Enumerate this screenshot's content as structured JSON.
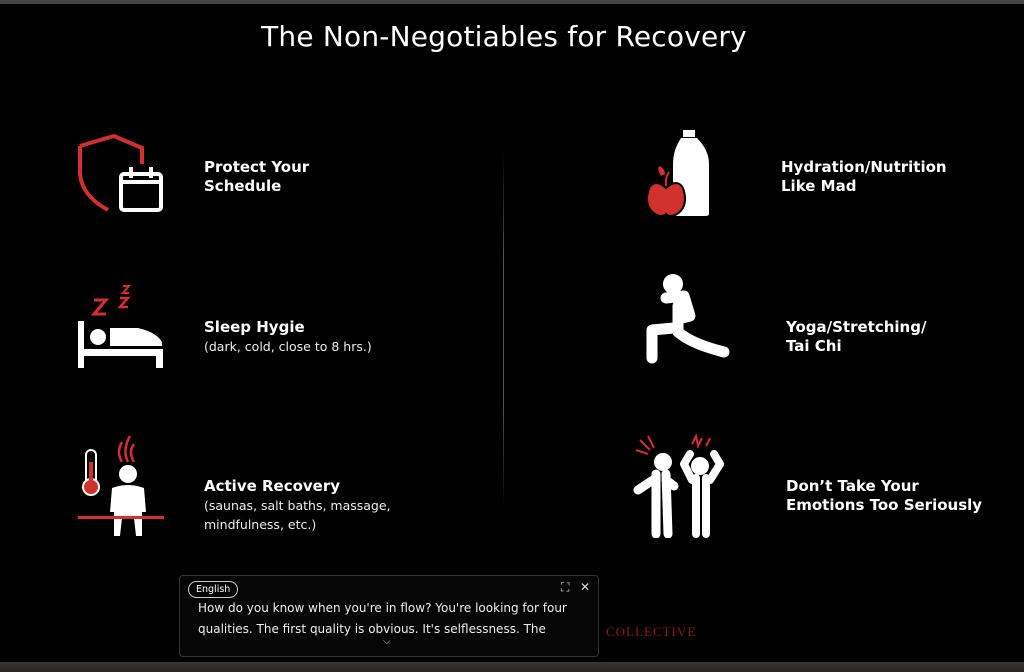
{
  "title": "The Non-Negotiables for Recovery",
  "items": [
    {
      "heading": "Protect Your Schedule",
      "heading_lines": [
        "Protect Your",
        "Schedule"
      ],
      "sub": "",
      "icon": "shield-calendar-icon"
    },
    {
      "heading": "Sleep Hygie",
      "heading_lines": [
        "Sleep Hygie"
      ],
      "sub": "(dark, cold, close to 8 hrs.)",
      "icon": "sleeping-bed-icon"
    },
    {
      "heading": "Active Recovery",
      "heading_lines": [
        "Active Recovery"
      ],
      "sub_lines": [
        "(saunas, salt baths, massage,",
        "mindfulness, etc.)"
      ],
      "icon": "sauna-person-icon"
    },
    {
      "heading": "Hydration/Nutrition Like Mad",
      "heading_lines": [
        "Hydration/Nutrition",
        "Like Mad"
      ],
      "icon": "water-bottle-apple-icon"
    },
    {
      "heading": "Yoga/Stretching/ Tai Chi",
      "heading_lines": [
        "Yoga/Stretching/",
        "Tai Chi"
      ],
      "icon": "lunge-stretch-icon"
    },
    {
      "heading": "Don't Take Your Emotions Too Seriously",
      "heading_lines": [
        "Don’t Take Your",
        "Emotions Too Seriously"
      ],
      "icon": "angry-people-icon"
    }
  ],
  "watermark": "COLLECTIVE",
  "caption": {
    "language": "English",
    "text": "How do you know when you're in flow? You're looking for four qualities. The first quality is obvious. It's selflessness. The"
  },
  "colors": {
    "accent": "#d0312d",
    "background": "#000000",
    "text": "#ffffff"
  }
}
